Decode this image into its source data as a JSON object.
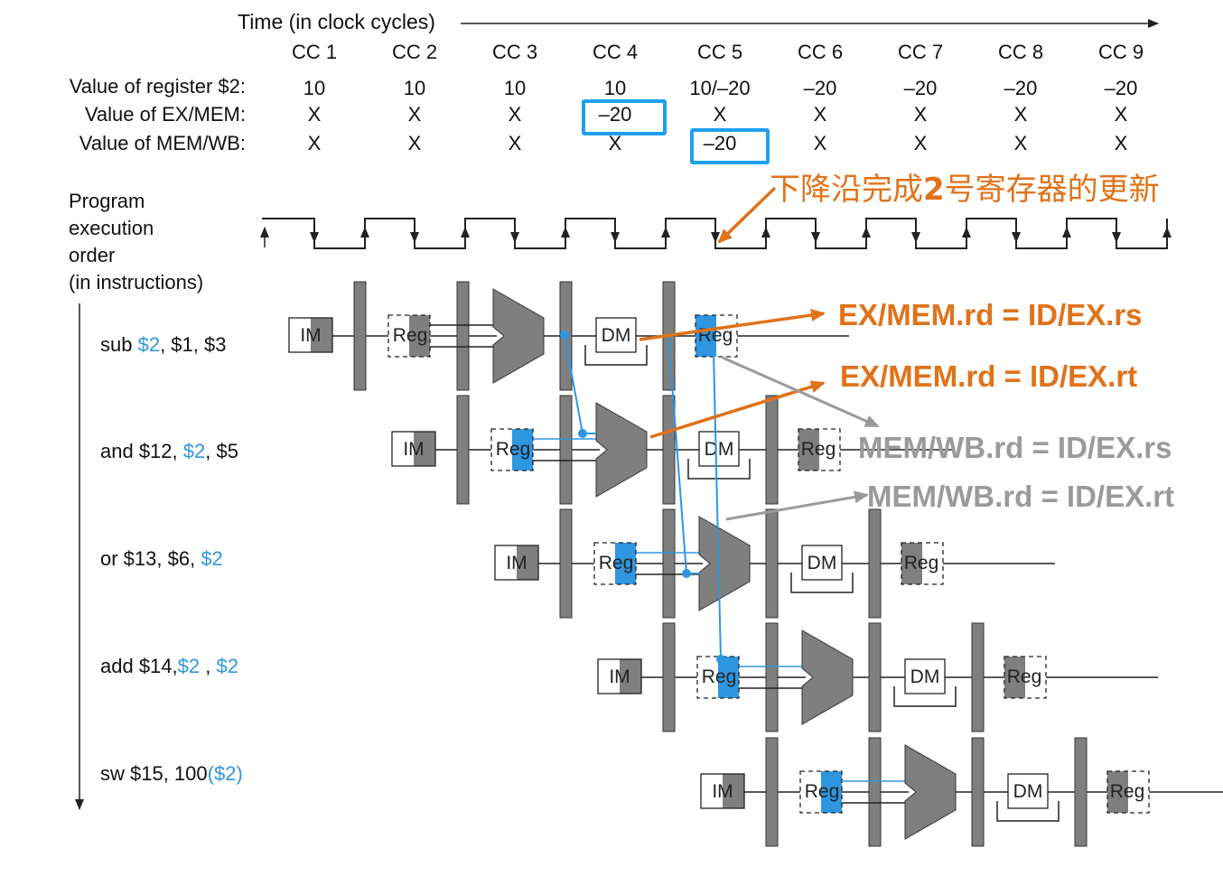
{
  "header": {
    "time_label": "Time (in clock cycles)",
    "cycles": [
      "CC 1",
      "CC 2",
      "CC 3",
      "CC 4",
      "CC 5",
      "CC 6",
      "CC 7",
      "CC 8",
      "CC 9"
    ]
  },
  "rows": [
    {
      "label": "Value of register $2:",
      "values": [
        "10",
        "10",
        "10",
        "10",
        "10/–20",
        "–20",
        "–20",
        "–20",
        "–20"
      ]
    },
    {
      "label": "Value of EX/MEM:",
      "values": [
        "X",
        "X",
        "X",
        "–20",
        "X",
        "X",
        "X",
        "X",
        "X"
      ]
    },
    {
      "label": "Value of MEM/WB:",
      "values": [
        "X",
        "X",
        "X",
        "X",
        "–20",
        "X",
        "X",
        "X",
        "X"
      ]
    }
  ],
  "annotation_cn": {
    "prefix": "下降沿完成",
    "digit": "2",
    "suffix": "号寄存器的更新"
  },
  "program_order_label": [
    "Program",
    "execution",
    "order",
    "(in instructions)"
  ],
  "instructions": [
    {
      "parts": [
        "sub ",
        "$2",
        ", $1, $3"
      ]
    },
    {
      "parts": [
        "and $12,  ",
        "$2",
        ", $5"
      ]
    },
    {
      "parts": [
        "or $13, $6, ",
        "$2"
      ]
    },
    {
      "parts": [
        "add $14,",
        "$2",
        " , ",
        "$2"
      ]
    },
    {
      "parts": [
        "sw $15, 100",
        "($2)"
      ]
    }
  ],
  "stage_labels": {
    "im": "IM",
    "reg": "Reg",
    "dm": "DM"
  },
  "conditions": {
    "exmem_rs": "EX/MEM.rd = ID/EX.rs",
    "exmem_rt": "EX/MEM.rd = ID/EX.rt",
    "memwb_rs": "MEM/WB.rd = ID/EX.rs",
    "memwb_rt": "MEM/WB.rd = ID/EX.rt"
  },
  "colors": {
    "highlight_blue": "#2f96e0",
    "box_blue": "#1ea0f0",
    "orange": "#e0721a",
    "gray_text": "#9a9a9a",
    "pipeline_gray": "#7f7f7f"
  }
}
